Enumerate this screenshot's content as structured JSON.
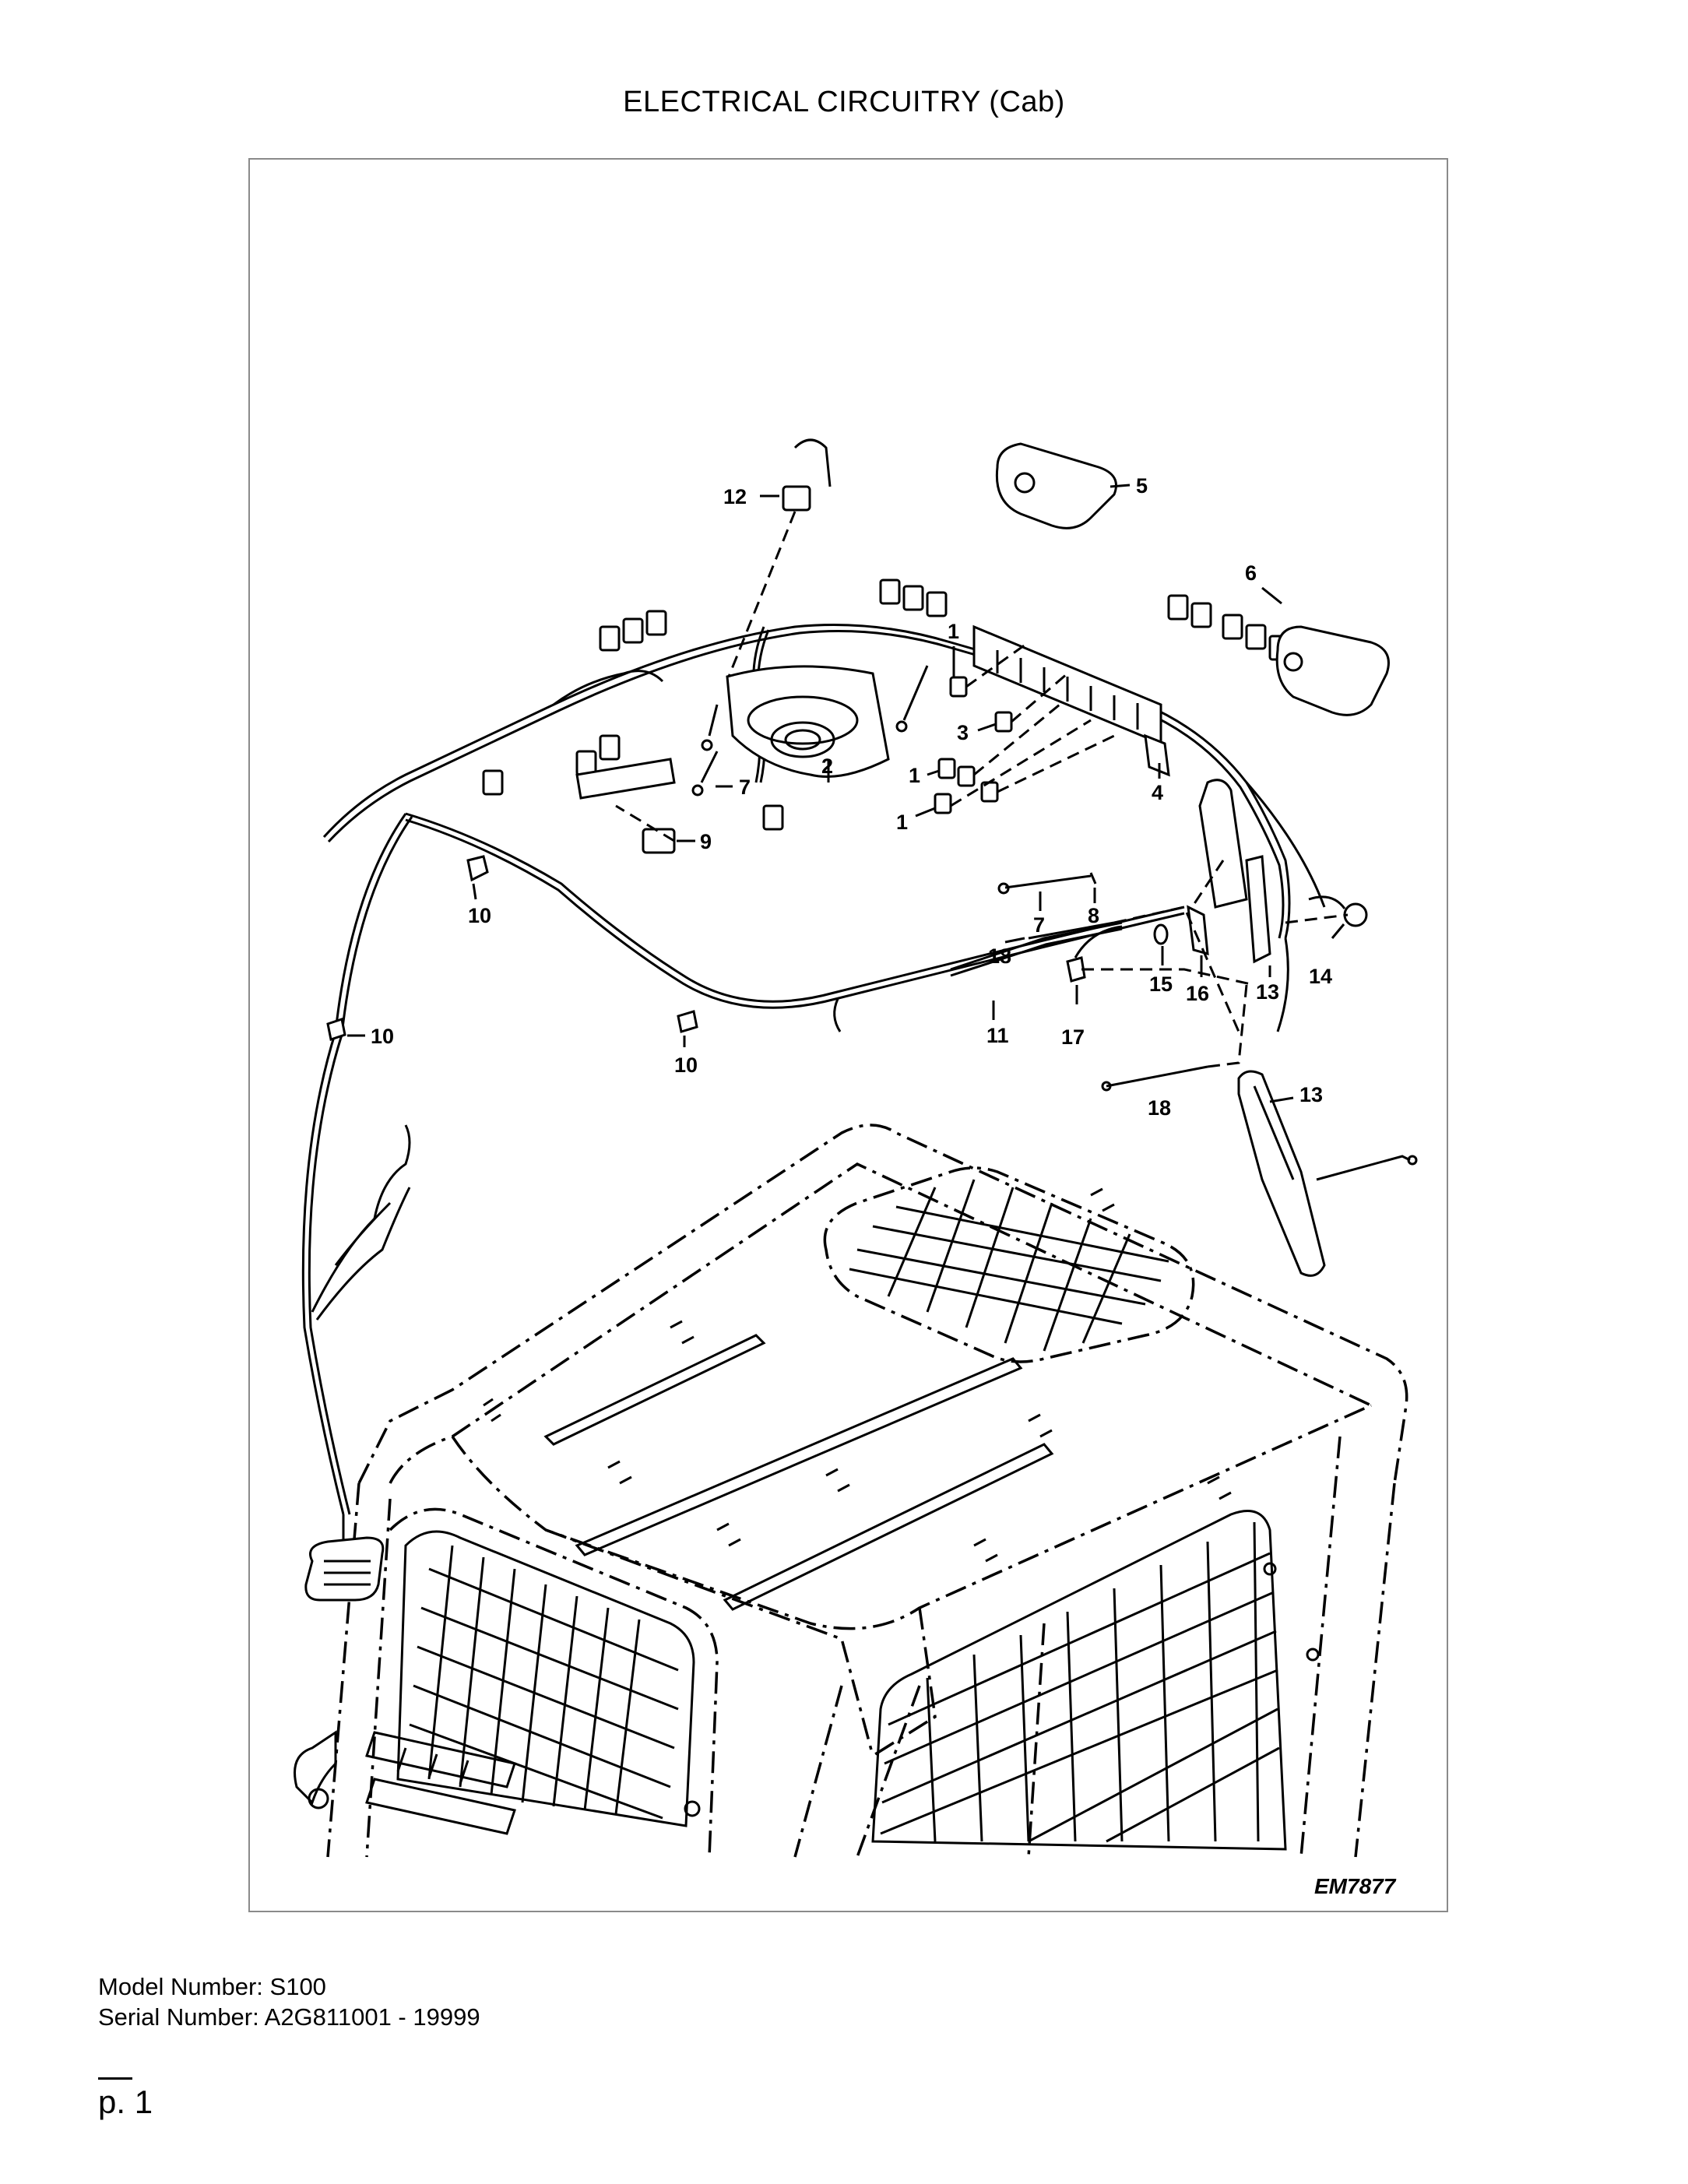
{
  "document": {
    "title": "ELECTRICAL CIRCUITRY (Cab)",
    "figure_code": "EM7877",
    "model_line": "Model Number: S100",
    "serial_line": "Serial Number: A2G811001 - 19999",
    "page_label": "p. 1"
  },
  "callouts": [
    "1",
    "2",
    "3",
    "4",
    "5",
    "6",
    "7",
    "8",
    "9",
    "10",
    "11",
    "12",
    "13",
    "14",
    "15",
    "16",
    "17",
    "18"
  ]
}
